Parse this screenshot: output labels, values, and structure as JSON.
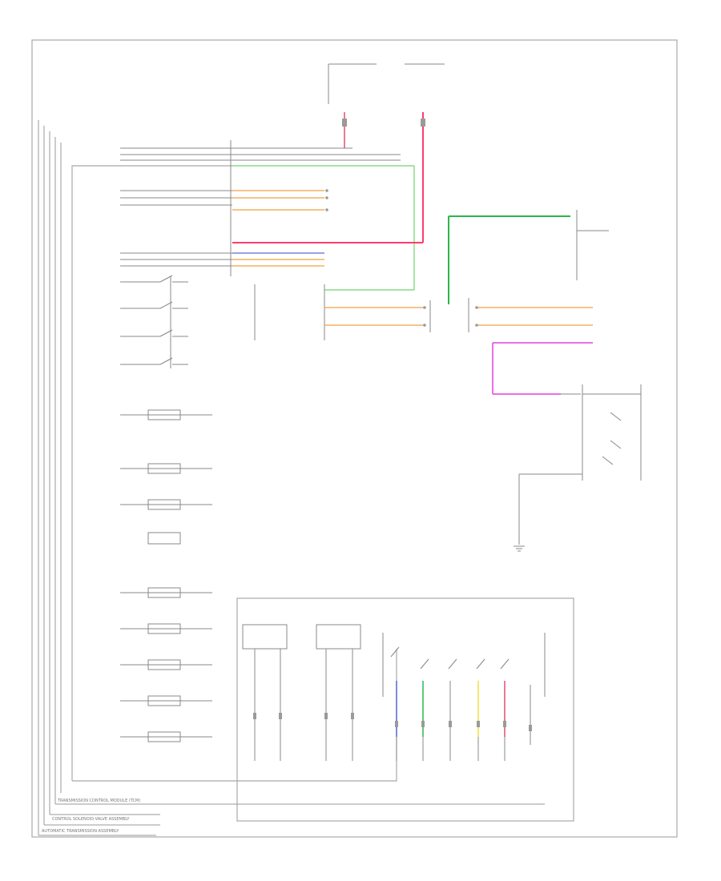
{
  "diagram": {
    "title": "",
    "footer_labels": [
      "TRANSMISSION CONTROL MODULE (TCM)",
      "CONTROL SOLENOID VALVE ASSEMBLY",
      "AUTOMATIC TRANSMISSION ASSEMBLY"
    ],
    "page_id": "",
    "colors": {
      "frame": "#a9a9a9",
      "wire_gray": "#8a8a8a",
      "wire_red": "#e0506e",
      "wire_pink": "#ff3c6e",
      "wire_green": "#2ab84a",
      "wire_lightgreen": "#6fd46f",
      "wire_orange": "#f0a040",
      "wire_yellow": "#f0e040",
      "wire_blue": "#5a6ad8",
      "wire_magenta": "#e040e0"
    },
    "icons": [
      "ground-icon",
      "switch-icon",
      "solenoid-icon",
      "connector-icon",
      "fuse-icon"
    ]
  }
}
